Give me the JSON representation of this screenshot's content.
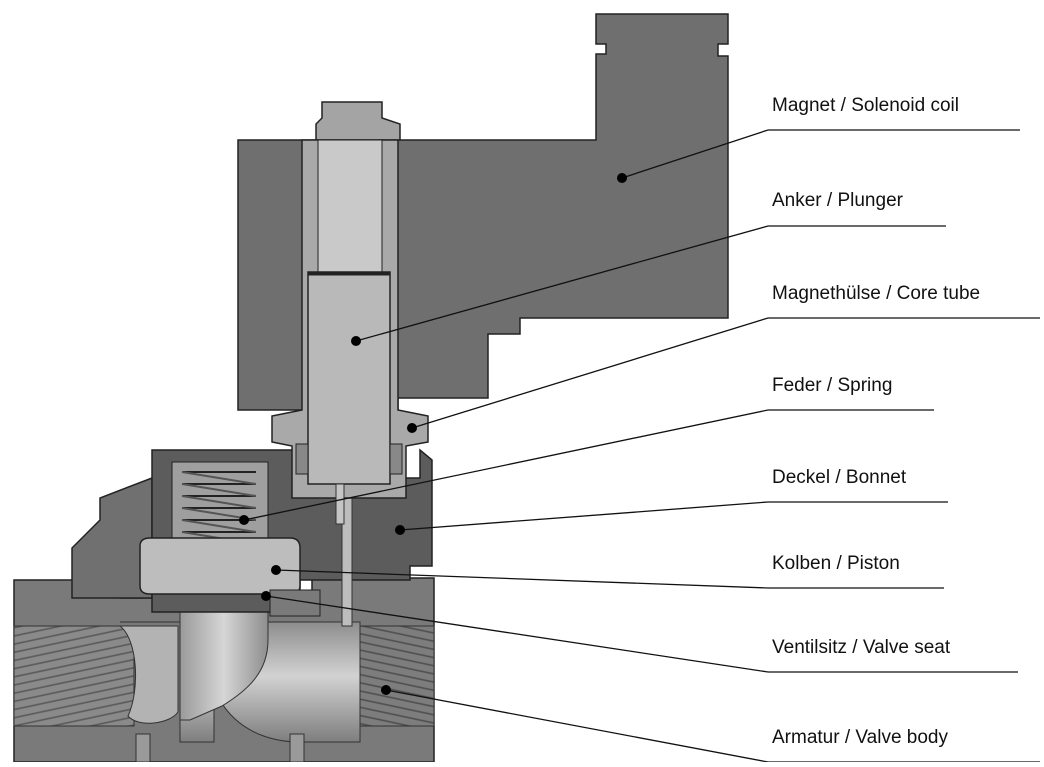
{
  "labels": [
    "Magnet / Solenoid coil",
    "Anker / Plunger",
    "Magnethülse / Core tube",
    "Feder / Spring",
    "Deckel / Bonnet",
    "Kolben / Piston",
    "Ventilsitz / Valve seat",
    "Armatur / Valve body"
  ],
  "colors": {
    "coil": "#6f6f6f",
    "plunger": "#b9b9b9",
    "body": "#7a7a7a",
    "bonnet": "#5e5e5e",
    "piston": "#bdbdbd",
    "bore": "#a7a7a7",
    "leader": "#111111"
  }
}
